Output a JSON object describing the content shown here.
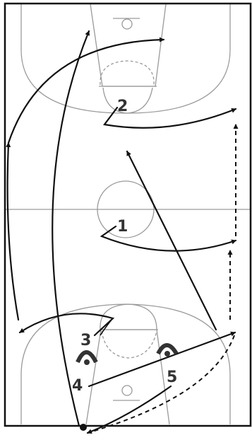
{
  "players": [
    {
      "id": "p1",
      "label": "1"
    },
    {
      "id": "p2",
      "label": "2"
    },
    {
      "id": "p3",
      "label": "3"
    },
    {
      "id": "p4",
      "label": "4"
    },
    {
      "id": "p5",
      "label": "5"
    }
  ],
  "colors": {
    "ink": "#111111",
    "court": "#9a9a9a",
    "label": "#333333",
    "background": "#ffffff"
  }
}
